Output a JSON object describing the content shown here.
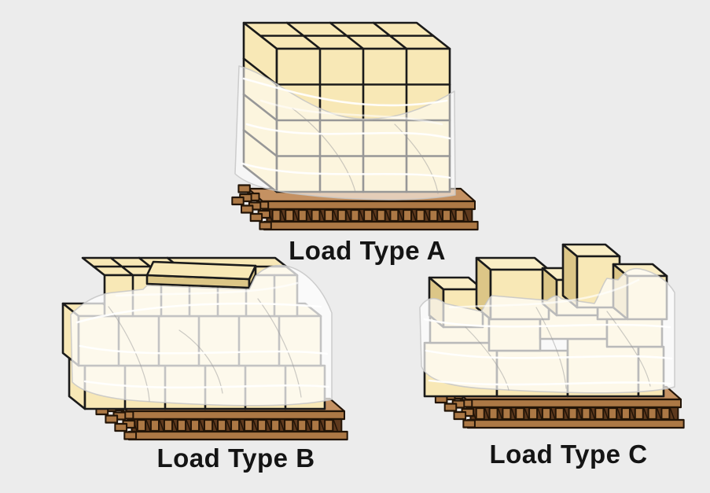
{
  "loads": [
    {
      "label": "Load Type A"
    },
    {
      "label": "Load Type B"
    },
    {
      "label": "Load Type C"
    }
  ],
  "colors": {
    "background": "#ECECEC",
    "box_fill": "#F8E8B6",
    "box_top": "#FAEEC6",
    "box_side": "#DCC687",
    "box_outline": "#1A1A1A",
    "pallet_light": "#C49162",
    "pallet_mid": "#AC7845",
    "pallet_dark": "#5F3A1E",
    "pallet_outline": "#221407",
    "wrap_white": "#FFFFFF",
    "label_color": "#141414"
  }
}
